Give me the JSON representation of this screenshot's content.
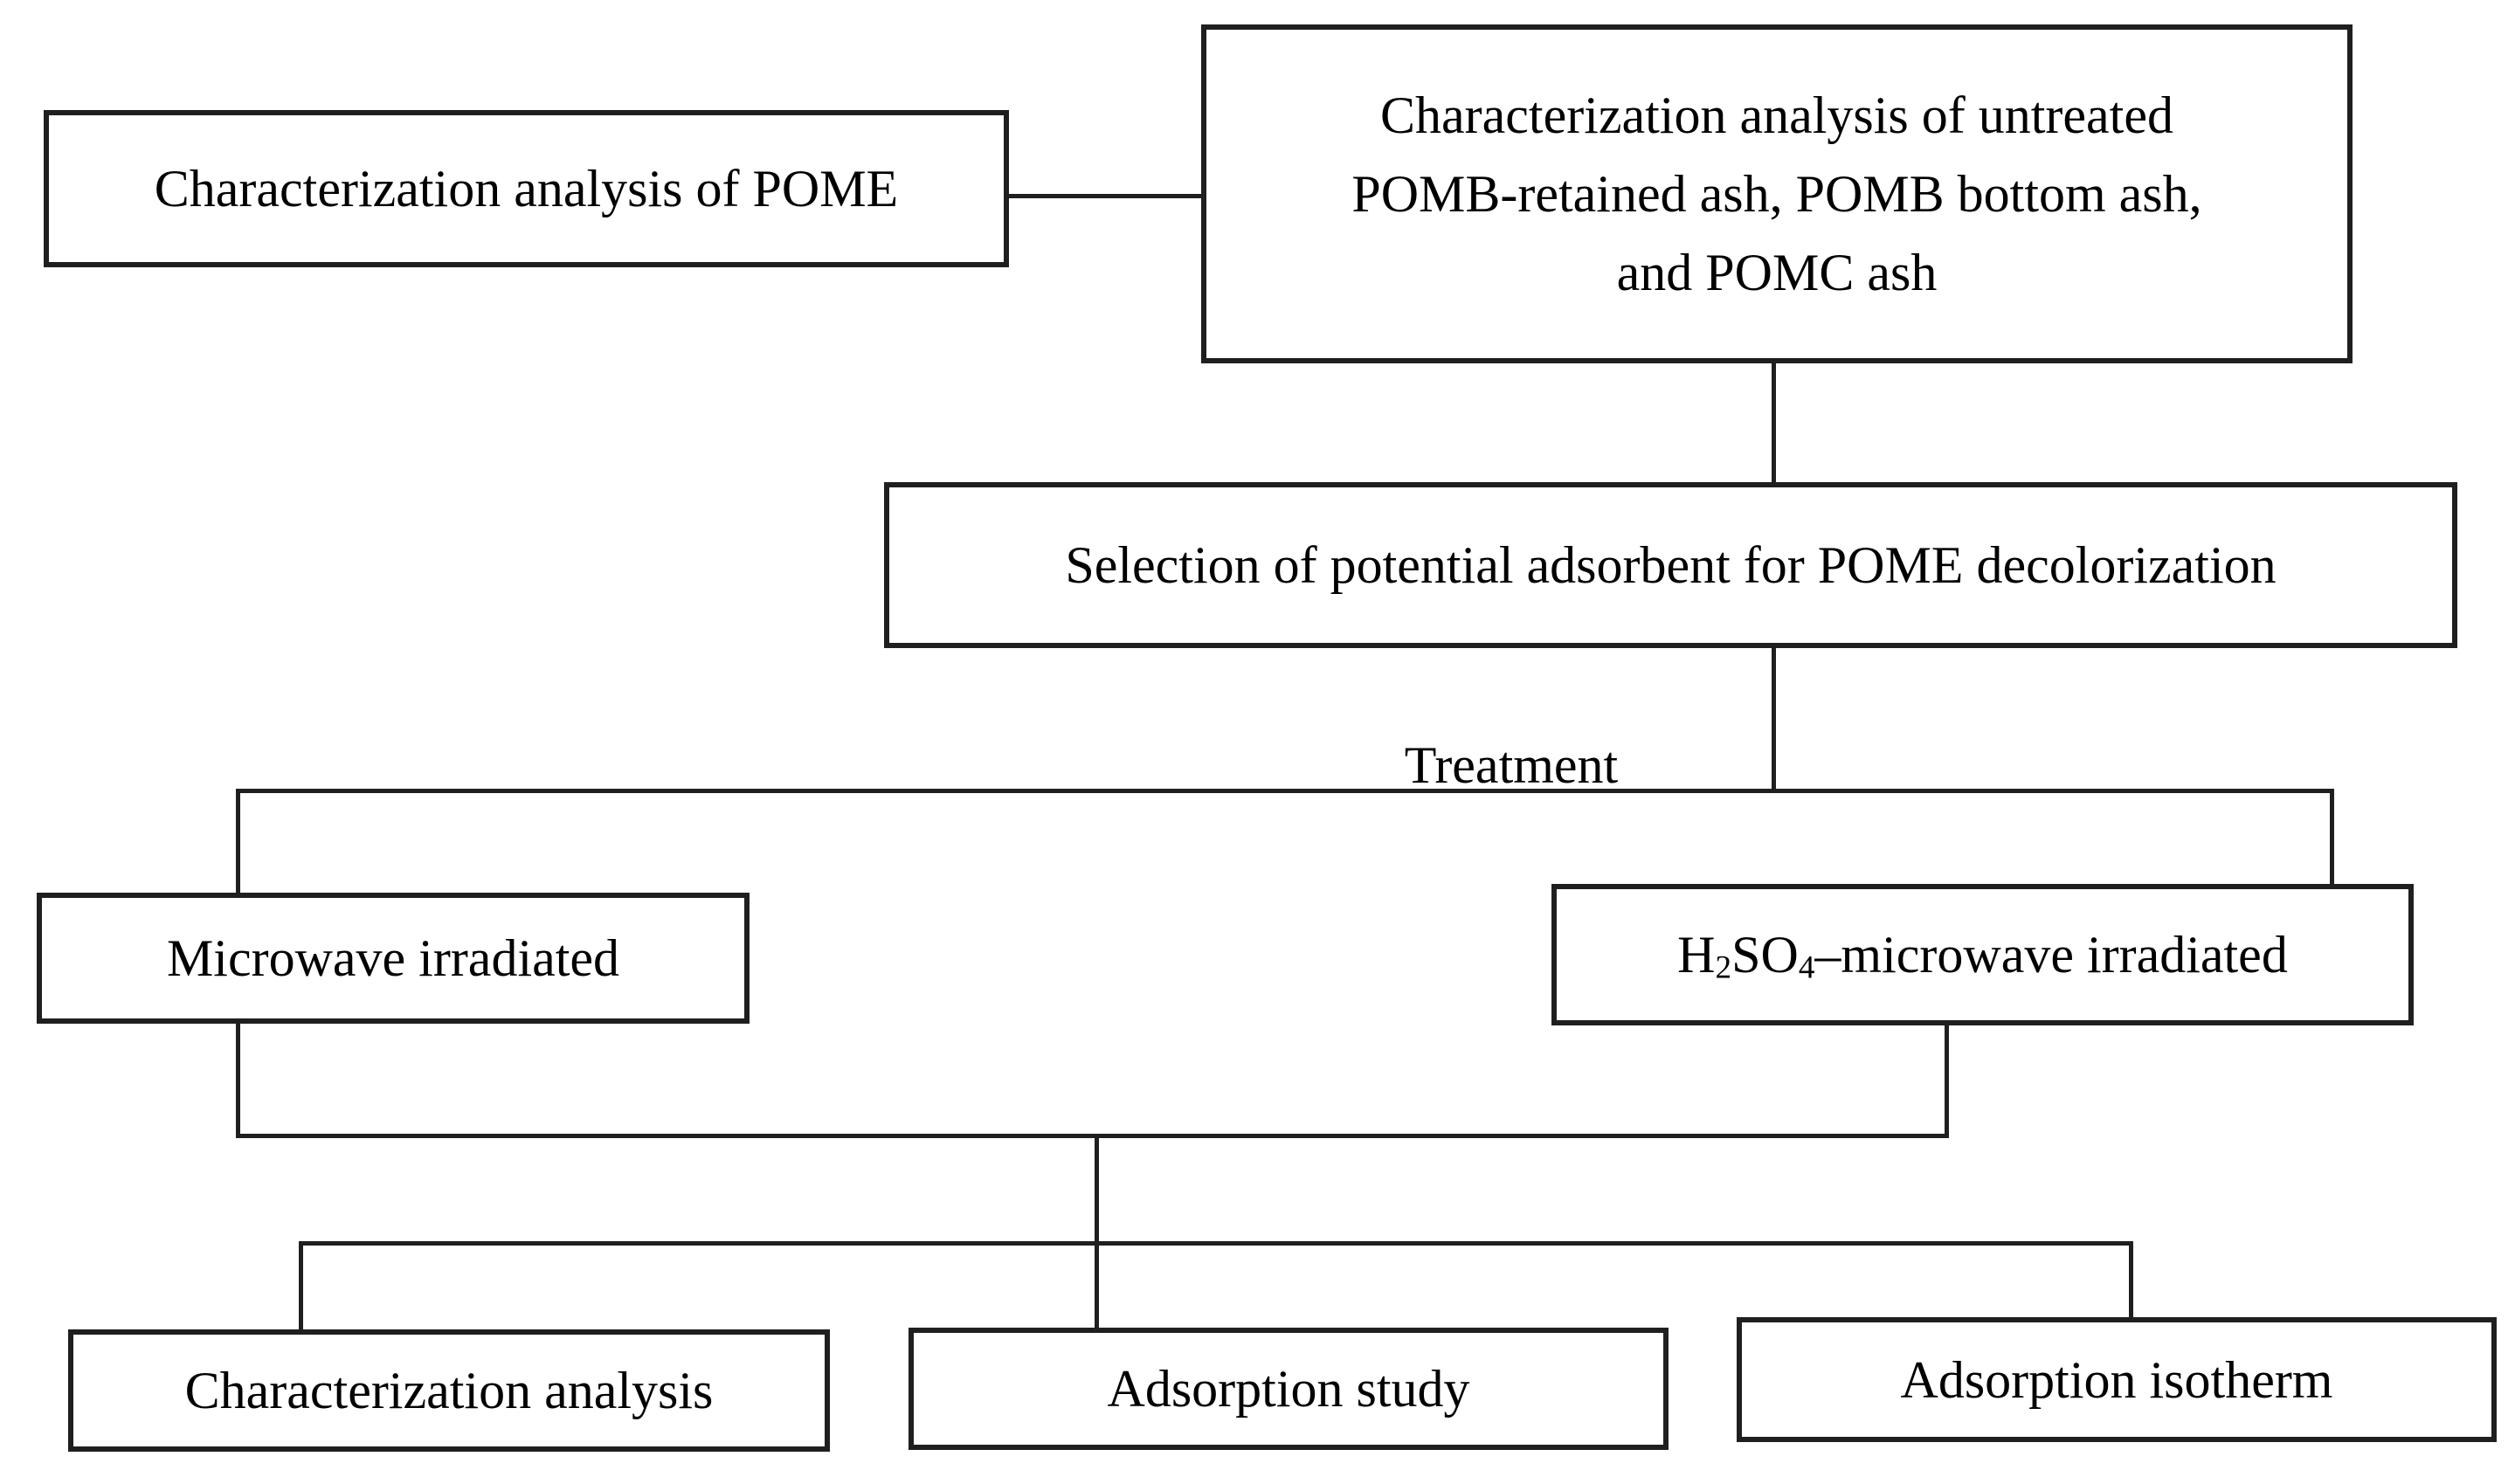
{
  "diagram": {
    "type": "flowchart",
    "colors": {
      "background": "#ffffff",
      "box_fill": "#ffffff",
      "line_and_border": "#1f1f1f",
      "text": "#000000"
    },
    "nodes": {
      "pome": {
        "label": "Characterization analysis of POME"
      },
      "untreated": {
        "label": "Characterization analysis of untreated POMB-retained ash, POMB bottom ash, and POMC ash",
        "lines": {
          "l1": "Characterization analysis of untreated",
          "l2": "POMB-retained ash, POMB bottom ash,",
          "l3": "and POMC ash"
        }
      },
      "selection": {
        "label": "Selection of potential adsorbent for POME decolorization"
      },
      "microwave": {
        "label": "Microwave irradiated"
      },
      "h2so4": {
        "label": "H₂SO₄–microwave irradiated",
        "parts": {
          "p1": "H",
          "sub1": "2",
          "p2": "SO",
          "sub2": "4",
          "p3": "–microwave irradiated"
        }
      },
      "characterization": {
        "label": "Characterization analysis"
      },
      "adsorption_study": {
        "label": "Adsorption study"
      },
      "adsorption_isotherm": {
        "label": "Adsorption isotherm"
      }
    },
    "labels": {
      "treatment": "Treatment"
    },
    "edges": [
      "pome — untreated (horizontal link)",
      "untreated → selection",
      "selection → treatment branch",
      "treatment branch → microwave",
      "treatment branch → h2so4",
      "microwave → merge",
      "h2so4 → merge",
      "merge → characterization",
      "merge → adsorption_study",
      "merge → adsorption_isotherm"
    ]
  }
}
